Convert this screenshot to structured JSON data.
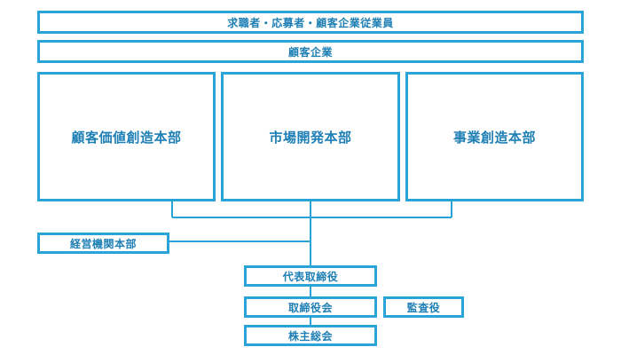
{
  "diagram": {
    "stakeholders": "求職者・応募者・顧客企業従業員",
    "clients": "顧客企業",
    "divisions": [
      "顧客価値創造本部",
      "市場開発本部",
      "事業創造本部"
    ],
    "management": "経営機関本部",
    "representative_director": "代表取締役",
    "board_of_directors": "取締役会",
    "auditor": "監査役",
    "shareholders_meeting": "株主総会"
  },
  "colors": {
    "line": "#2aa3d8",
    "text": "#1e7fb5"
  }
}
